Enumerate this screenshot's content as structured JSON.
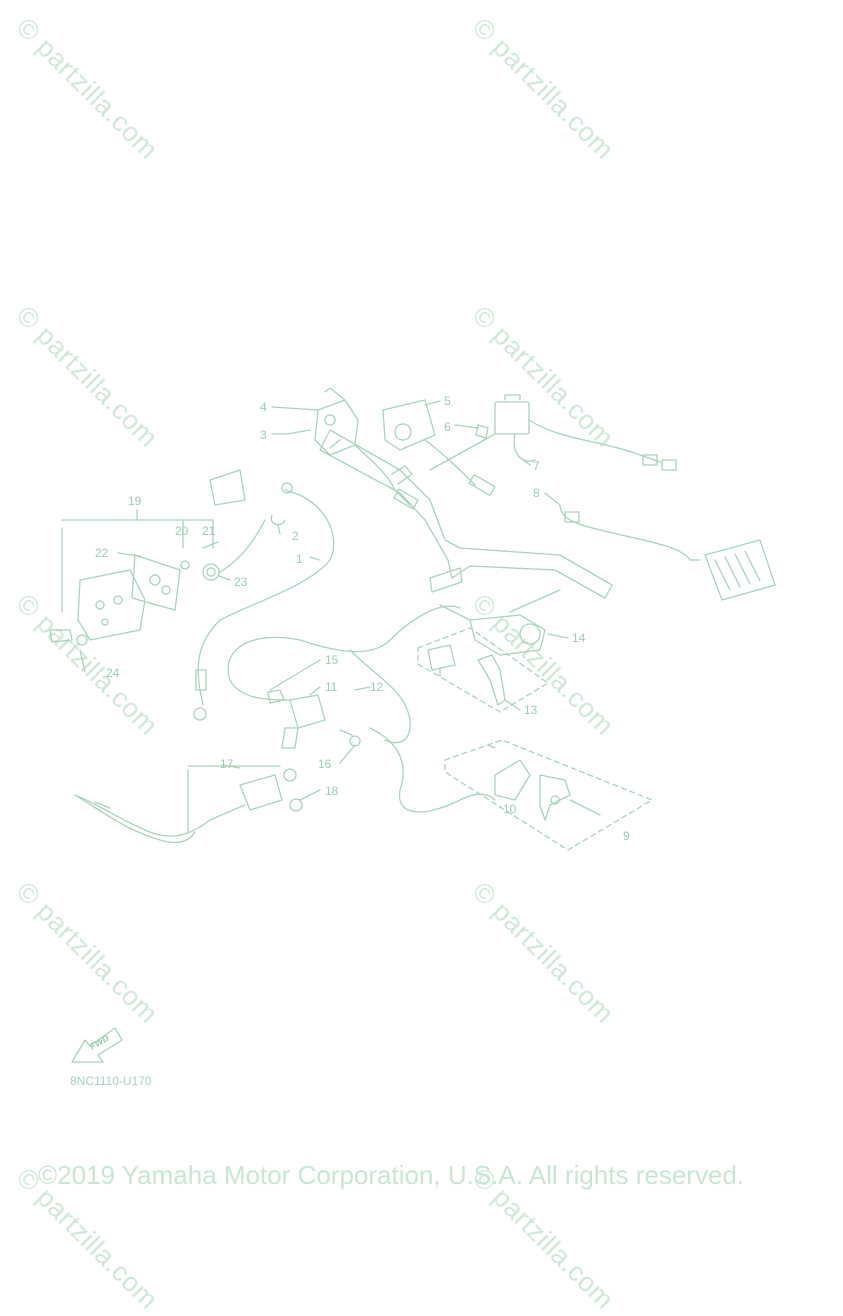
{
  "watermark_text": "© partzilla.com",
  "diagram_code": "8NC1110-U170",
  "copyright": "©2019 Yamaha Motor Corporation, U.S.A. All rights reserved.",
  "fwd_label": "FWD",
  "callouts": {
    "c1": "1",
    "c2": "2",
    "c3": "3",
    "c4": "4",
    "c5": "5",
    "c6": "6",
    "c7": "7",
    "c8": "8",
    "c9": "9",
    "c10": "10",
    "c11": "11",
    "c12": "12",
    "c13": "13",
    "c14": "14",
    "c15": "15",
    "c16": "16",
    "c17": "17",
    "c18": "18",
    "c19": "19",
    "c20": "20",
    "c21": "21",
    "c22": "22",
    "c23": "23",
    "c24": "24"
  },
  "colors": {
    "line": "#a9d3bb",
    "watermark": "#cfe8d8",
    "text": "#9ccdb3"
  }
}
